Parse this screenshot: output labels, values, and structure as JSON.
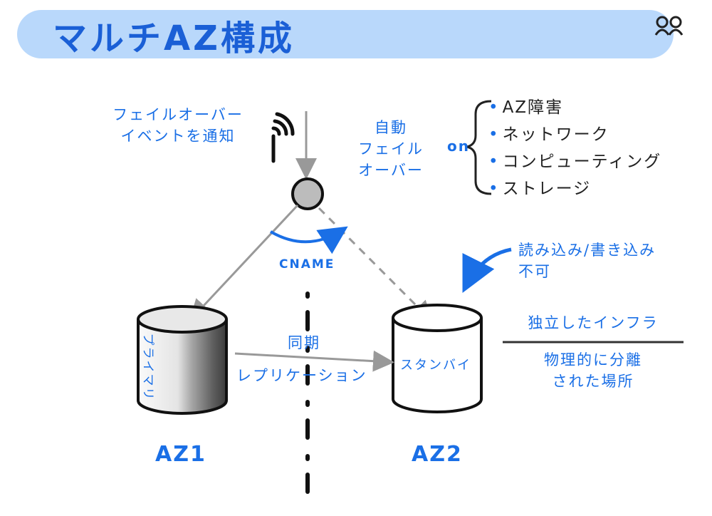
{
  "title": "マルチAZ構成",
  "failover_event": [
    "フェイルオーバー",
    "イベントを通知"
  ],
  "auto_failover": [
    "自動",
    "フェイル",
    "オーバー"
  ],
  "on_label": "on",
  "failure_types": [
    "AZ障害",
    "ネットワーク",
    "コンピューティング",
    "ストレージ"
  ],
  "cname_label": "CNAME",
  "readwrite": [
    "読み込み/書き込み",
    "不可"
  ],
  "sync_label": "同期",
  "replication_label": "レプリケーション",
  "primary_label": "プライマリ",
  "standby_label": "スタンバイ",
  "independent_infra": "独立したインフラ",
  "separated_location": [
    "物理的に分離",
    "された場所"
  ],
  "az1": "AZ1",
  "az2": "AZ2",
  "colors": {
    "accent": "#1a6fe6",
    "title_bg": "#b9d8fb",
    "arrow": "#999999"
  }
}
